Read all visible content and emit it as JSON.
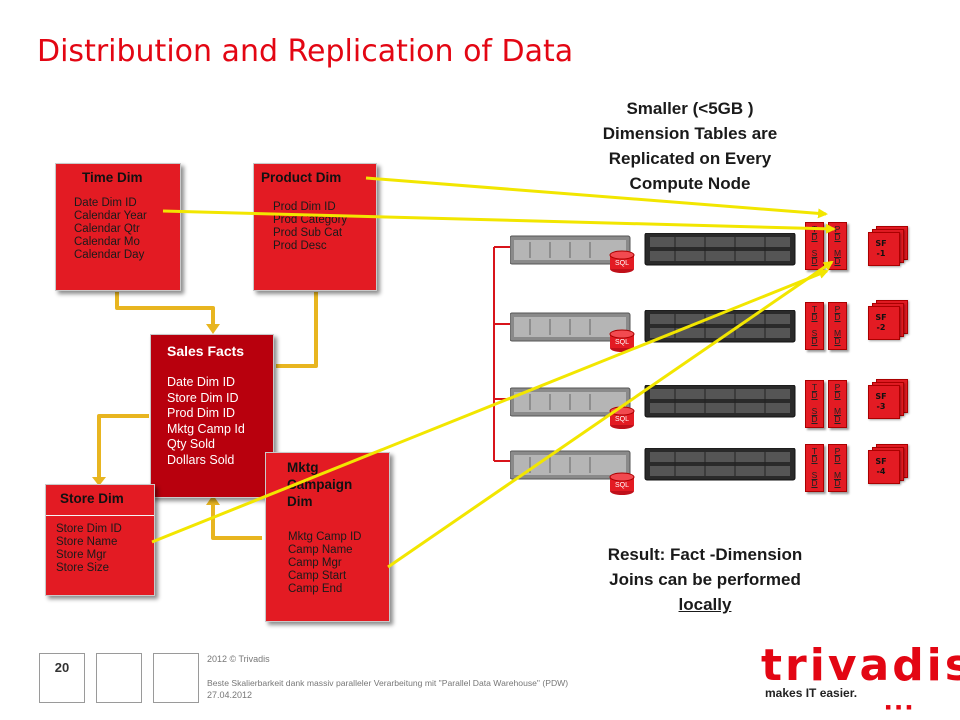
{
  "title": "Distribution and Replication of Data",
  "boxes": {
    "time": {
      "title": "Time Dim",
      "fields": [
        "Date Dim ID",
        "Calendar Year",
        "Calendar Qtr",
        "Calendar Mo",
        "Calendar Day"
      ]
    },
    "product": {
      "title": "Product Dim",
      "fields": [
        "Prod Dim ID",
        "Prod Category",
        "Prod Sub Cat",
        "Prod Desc"
      ]
    },
    "sales": {
      "title": "Sales Facts",
      "fields": [
        "Date Dim ID",
        "Store Dim ID",
        "Prod Dim ID",
        "Mktg Camp Id",
        "Qty Sold",
        "Dollars Sold"
      ]
    },
    "store": {
      "title": "Store Dim",
      "fields": [
        "Store Dim ID",
        "Store Name",
        "Store Mgr",
        "Store Size"
      ]
    },
    "mktg": {
      "title_lines": [
        "Mktg",
        "Campaign",
        "Dim"
      ],
      "fields": [
        "Mktg Camp ID",
        "Camp Name",
        "Camp Mgr",
        "Camp Start",
        "Camp End"
      ]
    }
  },
  "callout_top": [
    "Smaller (<5GB )",
    "Dimension Tables are",
    "Replicated on Every",
    "Compute Node"
  ],
  "callout_bottom": [
    "Result:  Fact -Dimension",
    "Joins can be performed",
    "locally"
  ],
  "sql_label": "SQL",
  "dim_labels": {
    "t": [
      "T",
      "D"
    ],
    "s": [
      "S",
      "D"
    ],
    "p": [
      "P",
      "D"
    ],
    "m": [
      "M",
      "D"
    ]
  },
  "sf_labels": [
    [
      "SF",
      "-1"
    ],
    [
      "SF",
      "-2"
    ],
    [
      "SF",
      "-3"
    ],
    [
      "SF",
      "-4"
    ]
  ],
  "colors": {
    "accent": "#e30613",
    "box": "#e31b23",
    "fact": "#b8000d",
    "link": "#f2e600",
    "bus": "#e8b520"
  },
  "footer": {
    "page": "20",
    "copyright": "2012 © Trivadis",
    "subtitle": "Beste Skalierbarkeit dank massiv paralleler Verarbeitung mit \"Parallel Data Warehouse\" (PDW)",
    "date": "27.04.2012"
  },
  "logo": {
    "word": "trivadis",
    "tagline": "makes IT easier."
  }
}
